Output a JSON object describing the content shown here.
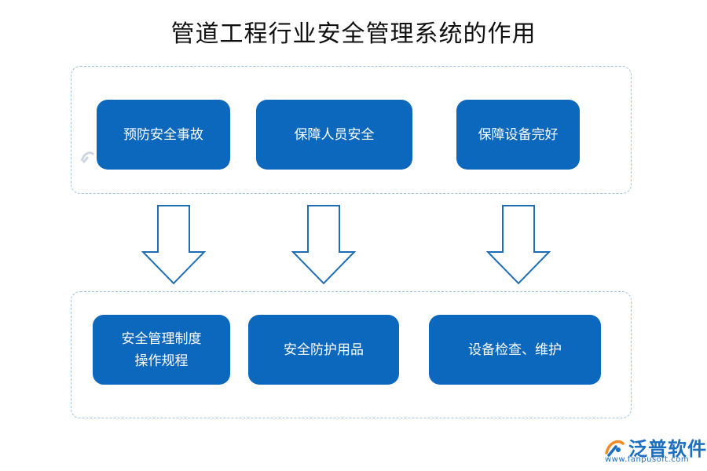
{
  "title": "管道工程行业安全管理系统的作用",
  "top_row": [
    {
      "label": "预防安全事故"
    },
    {
      "label": "保障人员安全"
    },
    {
      "label": "保障设备完好"
    }
  ],
  "bottom_row": [
    {
      "line1": "安全管理制度",
      "line2": "操作规程"
    },
    {
      "line1": "安全防护用品",
      "line2": ""
    },
    {
      "line1": "设备检查、维护",
      "line2": ""
    }
  ],
  "watermark": {
    "brand": "泛普软件",
    "url": "www.fanpusoft.com"
  },
  "colors": {
    "box_fill": "#0c68bd",
    "frame_border": "#9cc6e6",
    "arrow_stroke": "#1f6db5",
    "brand": "#1b6fc0"
  },
  "icons": [
    "down-arrow-icon",
    "brand-logo-icon"
  ]
}
